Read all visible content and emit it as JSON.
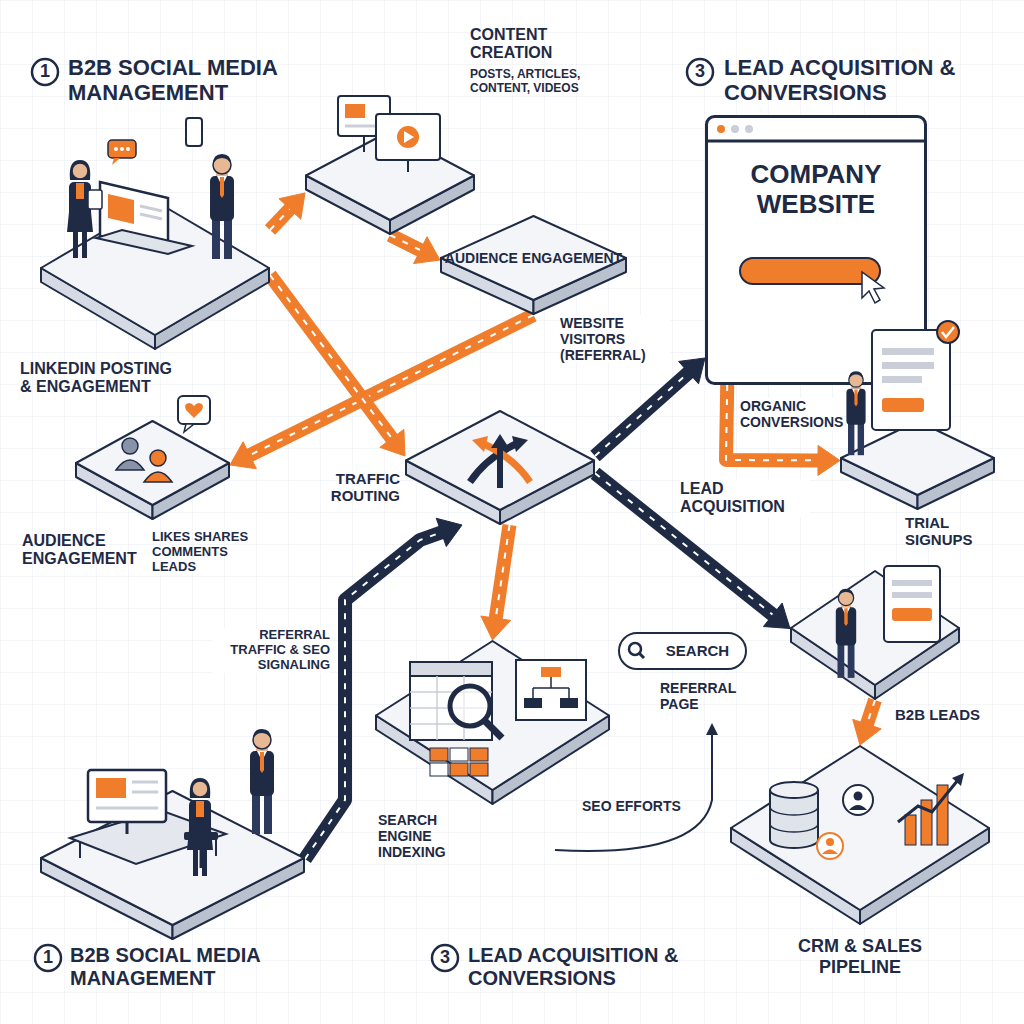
{
  "diagram": {
    "nodes": [
      {
        "text": [
          "LINKEDIN POSTING & ENGAGEMENT"
        ]
      },
      {
        "text": [
          "CONTENT CREATION",
          "POSTS, ARTICLES, CONTENT, VIDEOS"
        ]
      },
      {
        "text": [
          "AUDIENCE ENGAGEMENT"
        ]
      },
      {
        "text": [
          "AUDIENCE ENGAGEMENT",
          "LIKES SHARES COMMENTS LEADS"
        ]
      },
      {
        "text": [
          "TRAFFIC ROUTING"
        ]
      },
      {
        "text": [
          "COMPANY WEBSITE"
        ]
      },
      {
        "text": [
          "TRIAL SIGNUPS"
        ]
      },
      {
        "text": [
          "B2B SOCIAL MEDIA MANAGEMENT"
        ]
      },
      {
        "text": [
          "SEARCH ENGINE INDEXING"
        ]
      },
      {
        "text": [
          "SEARCH"
        ]
      },
      {
        "text": [
          "B2B LEADS"
        ]
      },
      {
        "text": [
          "CRM & SALES PIPELINE"
        ]
      }
    ],
    "edges": [
      {
        "from": 0,
        "to": 1,
        "arrow": "to"
      },
      {
        "from": 1,
        "to": 2,
        "arrow": "to"
      },
      {
        "from": 2,
        "to": 3,
        "arrow": "to"
      },
      {
        "from": 0,
        "to": 4,
        "arrow": "to"
      },
      {
        "from": 7,
        "to": 4,
        "label": "REFERRAL TRAFFIC & SEO SIGNALING",
        "arrow": "to"
      },
      {
        "from": 4,
        "to": 5,
        "label": "WEBSITE VISITORS (REFERRAL)",
        "arrow": "to"
      },
      {
        "from": 5,
        "to": 6,
        "label": "ORGANIC CONVERSIONS",
        "arrow": "to"
      },
      {
        "from": 4,
        "to": 8,
        "arrow": "to"
      },
      {
        "from": 4,
        "to": 10,
        "label": "LEAD ACQUISITION",
        "arrow": "to"
      },
      {
        "from": 10,
        "to": 11,
        "arrow": "to"
      }
    ],
    "labels": [
      "1",
      "B2B SOCIAL MEDIA MANAGEMENT",
      "3",
      "LEAD ACQUISITION & CONVERSIONS",
      "REFERRAL PAGE",
      "SEO EFFORTS",
      "1",
      "3",
      "LEAD ACQUISITION & CONVERSIONS"
    ]
  }
}
